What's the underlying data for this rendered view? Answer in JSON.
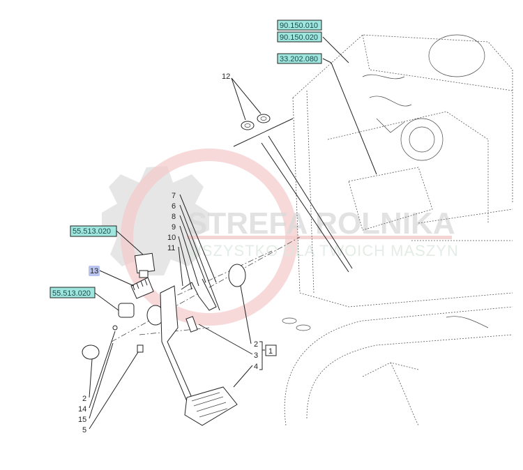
{
  "watermark": {
    "brand": "STREFA ROLNIKA",
    "tagline": "WSZYSTKO DLA TWOICH MASZYN",
    "gear_color": "#d6d6d6",
    "ring_color": "#f3c9c9"
  },
  "references": {
    "ref_90_150_010": "90.150.010",
    "ref_90_150_020": "90.150.020",
    "ref_33_202_080": "33.202.080",
    "ref_55_513_020_a": "55.513.020",
    "ref_55_513_020_b": "55.513.020"
  },
  "callouts": {
    "c12": "12",
    "c7": "7",
    "c6": "6",
    "c8": "8",
    "c9": "9",
    "c10": "10",
    "c11": "11",
    "c13": "13",
    "c2_right": "2",
    "c3": "3",
    "c4": "4",
    "c1_box": "1",
    "c2_left": "2",
    "c14": "14",
    "c15": "15",
    "c5": "5"
  },
  "colors": {
    "ref_fill": "#9fe6de",
    "highlight_fill": "#b9c3f0"
  }
}
